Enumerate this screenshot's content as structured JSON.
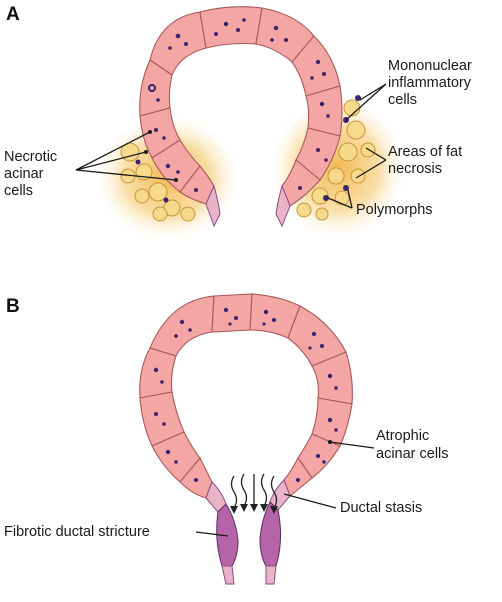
{
  "panels": {
    "a": {
      "letter": "A",
      "labels": {
        "necrotic_1": "Necrotic",
        "necrotic_2": "acinar",
        "necrotic_3": "cells",
        "mono_1": "Mononuclear",
        "mono_2": "inflammatory",
        "mono_3": "cells",
        "fat_1": "Areas of fat",
        "fat_2": "necrosis",
        "poly": "Polymorphs"
      }
    },
    "b": {
      "letter": "B",
      "labels": {
        "atrophic_1": "Atrophic",
        "atrophic_2": "acinar cells",
        "stasis": "Ductal stasis",
        "stricture": "Fibrotic ductal stricture"
      }
    }
  },
  "colors": {
    "acinar_cell": "#f3a6a3",
    "nucleus": "#3c2470",
    "fat_necrosis": "#f4cf6e",
    "fibrosis": "#b565a7"
  }
}
